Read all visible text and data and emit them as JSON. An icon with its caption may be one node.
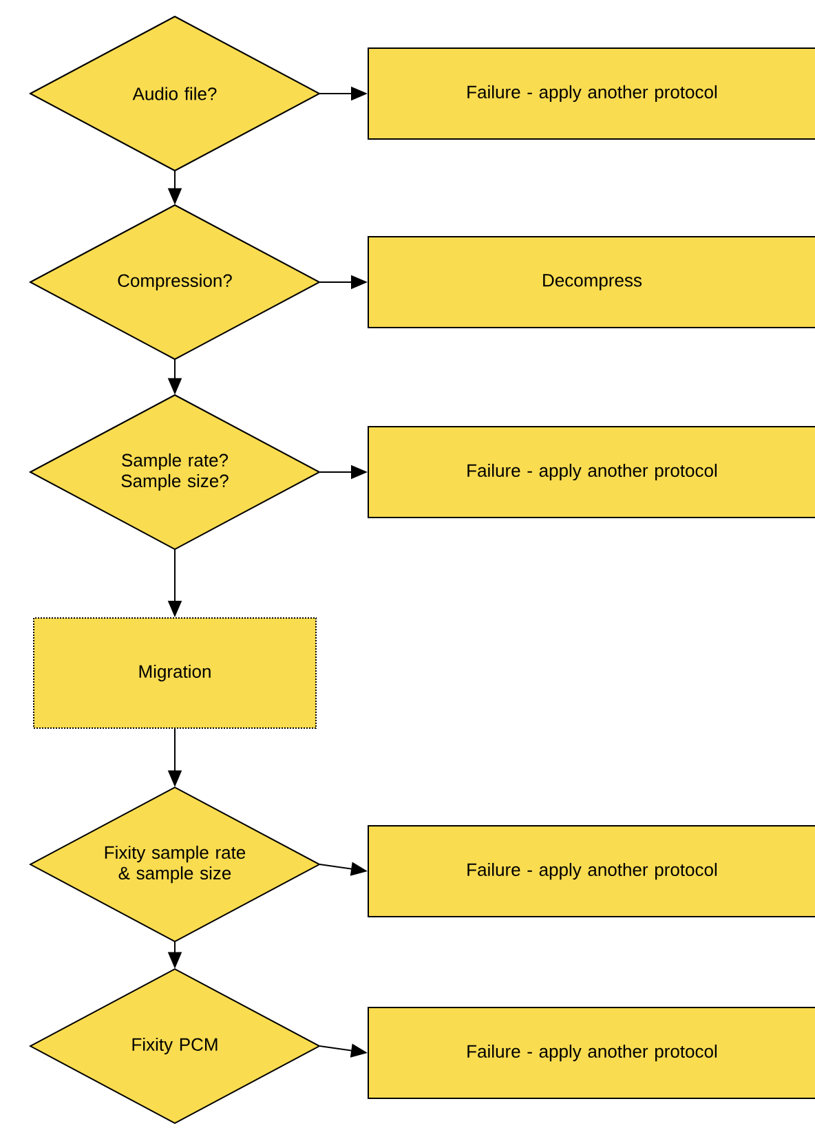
{
  "diagram": {
    "nodes": [
      {
        "text": [
          "Audio file?"
        ]
      },
      {
        "text": [
          "Failure - apply another protocol"
        ]
      },
      {
        "text": [
          "Compression?"
        ]
      },
      {
        "text": [
          "Decompress"
        ]
      },
      {
        "text": [
          "Sample rate?",
          "Sample size?"
        ]
      },
      {
        "text": [
          "Failure - apply another protocol"
        ]
      },
      {
        "text": [
          "Migration"
        ]
      },
      {
        "text": [
          "Fixity sample rate & sample size"
        ]
      },
      {
        "text": [
          "Failure - apply another protocol"
        ]
      },
      {
        "text": [
          "Fixity PCM"
        ]
      },
      {
        "text": [
          "Failure - apply another protocol"
        ]
      }
    ],
    "edges": [
      {
        "from": 0,
        "to": 1,
        "arrow": "to"
      },
      {
        "from": 0,
        "to": 2,
        "arrow": "to"
      },
      {
        "from": 2,
        "to": 3,
        "arrow": "to"
      },
      {
        "from": 2,
        "to": 4,
        "arrow": "to"
      },
      {
        "from": 4,
        "to": 5,
        "arrow": "to"
      },
      {
        "from": 4,
        "to": 6,
        "arrow": "to"
      },
      {
        "from": 6,
        "to": 7,
        "arrow": "to"
      },
      {
        "from": 7,
        "to": 8,
        "arrow": "to"
      },
      {
        "from": 7,
        "to": 9,
        "arrow": "to"
      },
      {
        "from": 9,
        "to": 10,
        "arrow": "to"
      }
    ]
  }
}
